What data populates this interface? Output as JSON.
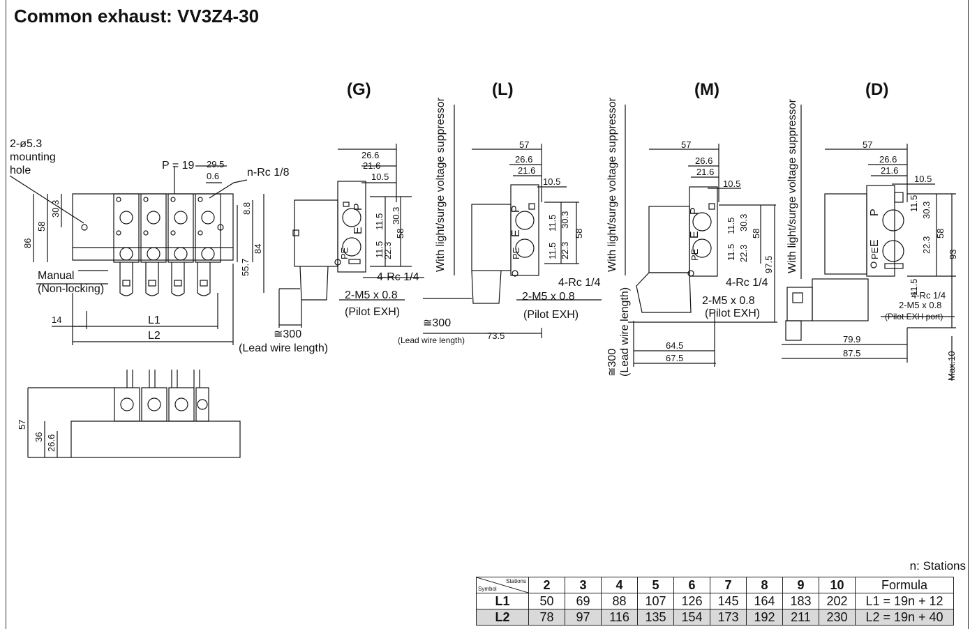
{
  "title": "Common exhaust: VV3Z4-30",
  "views": [
    "(G)",
    "(L)",
    "(M)",
    "(D)"
  ],
  "suppressor_label": "With light/surge voltage suppressor",
  "main_view": {
    "mounting_hole": [
      "2-ø5.3",
      "mounting",
      "hole"
    ],
    "pitch": "P = 19",
    "dim_29_5": "29.5",
    "dim_0_6": "0.6",
    "port": "n-Rc 1/8",
    "dim_8_8": "8.8",
    "dim_30_3": "30.3",
    "dim_58": "58",
    "dim_86": "86",
    "dim_55_7": "55.7",
    "dim_84": "84",
    "manual": [
      "Manual",
      "(Non-locking)"
    ],
    "dim_14": "14",
    "L1": "L1",
    "L2": "L2"
  },
  "front_view": {
    "dim_57": "57",
    "dim_36": "36",
    "dim_26_6": "26.6"
  },
  "G": {
    "d26_6": "26.6",
    "d21_6": "21.6",
    "d10_5": "10.5",
    "d11_5": "11.5",
    "d30_3": "30.3",
    "d11_5b": "11.5",
    "d22_3": "22.3",
    "d58": "58",
    "port": "4-Rc 1/4",
    "pilot": "2-M5 x 0.8",
    "pilot2": "(Pilot EXH)",
    "lead": "≅300",
    "lead2": "(Lead wire length)",
    "p": "P",
    "e": "E",
    "pe": "PE"
  },
  "L": {
    "d57": "57",
    "d26_6": "26.6",
    "d21_6": "21.6",
    "d10_5": "10.5",
    "d11_5": "11.5",
    "d30_3": "30.3",
    "d11_5b": "11.5",
    "d22_3": "22.3",
    "d58": "58",
    "port": "4-Rc 1/4",
    "pilot": "2-M5 x 0.8",
    "pilot2": "(Pilot EXH)",
    "lead": "≅300",
    "lead2": "(Lead wire length)",
    "d73_5": "73.5",
    "p": "P",
    "e": "E",
    "pe": "PE"
  },
  "M": {
    "d57": "57",
    "d26_6": "26.6",
    "d21_6": "21.6",
    "d10_5": "10.5",
    "d11_5": "11.5",
    "d30_3": "30.3",
    "d11_5b": "11.5",
    "d22_3": "22.3",
    "d58": "58",
    "d97_5": "97.5",
    "port": "4-Rc 1/4",
    "pilot": "2-M5 x 0.8",
    "pilot2": "(Pilot EXH)",
    "lead": "≅300",
    "lead2": "(Lead wire length)",
    "d64_5": "64.5",
    "d67_5": "67.5",
    "p": "P",
    "e": "E",
    "pe": "PE"
  },
  "D": {
    "d57": "57",
    "d26_6": "26.6",
    "d21_6": "21.6",
    "d10_5": "10.5",
    "d11_5": "11.5",
    "d30_3": "30.3",
    "d22_3": "22.3",
    "d58": "58",
    "d93": "93",
    "d11_5b": "11.5",
    "port": "4-Rc 1/4",
    "pilot": "2-M5 x 0.8",
    "pilot2": "(Pilot EXH port)",
    "d79_9": "79.9",
    "d87_5": "87.5",
    "max": "Max.10",
    "p": "P",
    "e": "E",
    "pe": "PE"
  },
  "table": {
    "note": "n: Stations",
    "corner_top": "Stations",
    "corner_bottom": "Symbol",
    "stations": [
      "2",
      "3",
      "4",
      "5",
      "6",
      "7",
      "8",
      "9",
      "10"
    ],
    "formula_header": "Formula",
    "rows": [
      {
        "symbol": "L1",
        "values": [
          "50",
          "69",
          "88",
          "107",
          "126",
          "145",
          "164",
          "183",
          "202"
        ],
        "formula": "L1 = 19n + 12"
      },
      {
        "symbol": "L2",
        "values": [
          "78",
          "97",
          "116",
          "135",
          "154",
          "173",
          "192",
          "211",
          "230"
        ],
        "formula": "L2 = 19n + 40"
      }
    ]
  }
}
